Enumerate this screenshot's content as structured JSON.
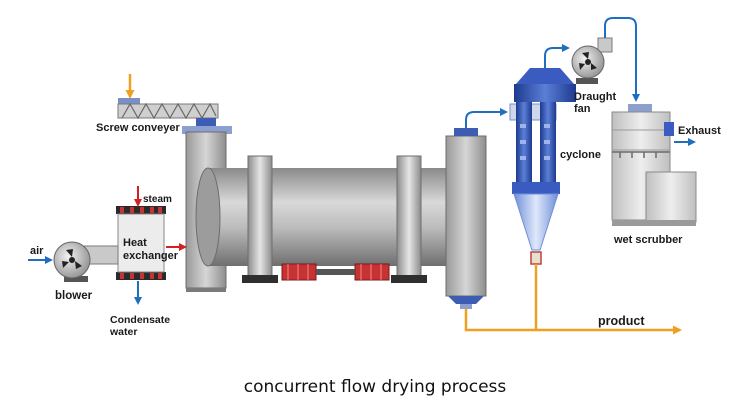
{
  "labels": {
    "screw_conveyer": "Screw conveyer",
    "steam": "steam",
    "heat": "Heat",
    "exchanger": "exchanger",
    "air": "air",
    "blower": "blower",
    "condensate": "Condensate",
    "water": "water",
    "draught": "Draught",
    "fan": "fan",
    "cyclone": "cyclone",
    "exhaust": "Exhaust",
    "wet_scrubber": "wet scrubber",
    "product": "product"
  },
  "caption": "concurrent flow drying process",
  "colors": {
    "feed_arrow": "#f0a020",
    "air_flow": "#1f6fc0",
    "steam_arrow": "#d42020",
    "product_line": "#f0a020",
    "equipment": "#a8a8a8",
    "cyclone_blue": "#3050b0"
  },
  "icons": [
    "fan-icon",
    "heat-exchanger-icon",
    "rotary-drum-icon",
    "screw-conveyer-icon"
  ]
}
